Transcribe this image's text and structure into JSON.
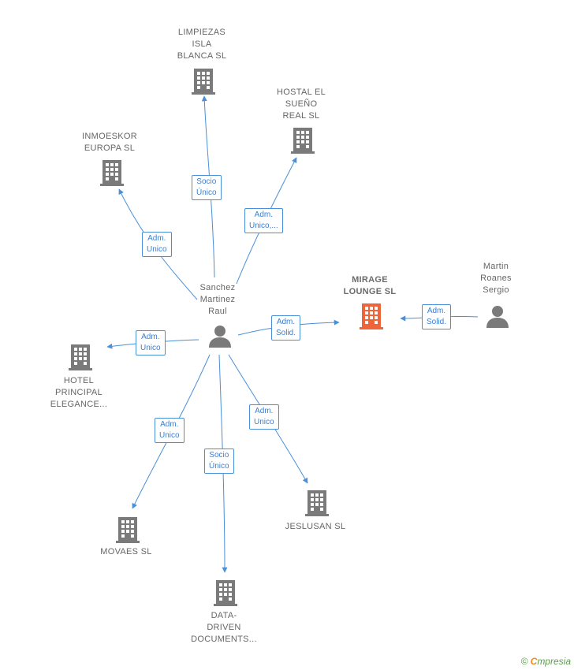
{
  "colors": {
    "edge": "#4a90d9",
    "building": "#7a7a7a",
    "building_focus": "#f0643a",
    "person": "#7a7a7a"
  },
  "nodes": {
    "center_person": {
      "label": "Sanchez\nMartinez\nRaul",
      "icon": "person-icon"
    },
    "other_person": {
      "label": "Martin\nRoanes\nSergio",
      "icon": "person-icon"
    },
    "mirage": {
      "label": "MIRAGE\nLOUNGE  SL",
      "icon": "building-icon",
      "focus": true
    },
    "limpiezas": {
      "label": "LIMPIEZAS\nISLA\nBLANCA  SL",
      "icon": "building-icon"
    },
    "hostal": {
      "label": "HOSTAL EL\nSUEÑO\nREAL SL",
      "icon": "building-icon"
    },
    "inmoeskor": {
      "label": "INMOESKOR\nEUROPA SL",
      "icon": "building-icon"
    },
    "hotel": {
      "label": "HOTEL\nPRINCIPAL\nELEGANCE...",
      "icon": "building-icon"
    },
    "movaes": {
      "label": "MOVAES  SL",
      "icon": "building-icon"
    },
    "datadriven": {
      "label": "DATA-\nDRIVEN\nDOCUMENTS...",
      "icon": "building-icon"
    },
    "jeslusan": {
      "label": "JESLUSAN  SL",
      "icon": "building-icon"
    }
  },
  "edges": {
    "limpiezas": "Socio\nÚnico",
    "hostal": "Adm.\nUnico,...",
    "inmoeskor": "Adm.\nUnico",
    "mirage": "Adm.\nSolid.",
    "other_to_mirage": "Adm.\nSolid.",
    "hotel": "Adm.\nUnico",
    "movaes": "Adm.\nUnico",
    "datadriven": "Socio\nÚnico",
    "jeslusan": "Adm.\nUnico"
  },
  "footer": {
    "copyright": "©",
    "brand_initial": "C",
    "brand_rest": "mpresia"
  }
}
